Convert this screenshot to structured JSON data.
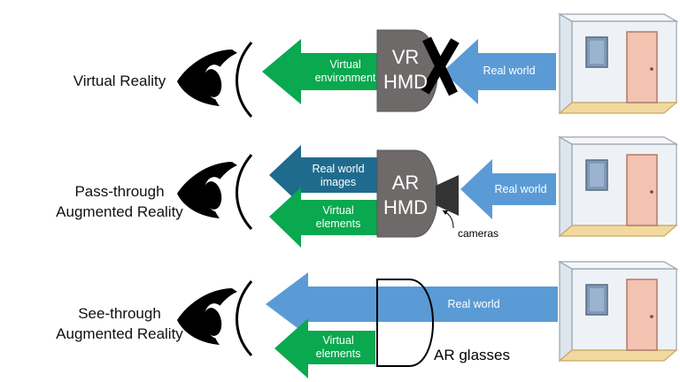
{
  "rows": [
    {
      "label_line1": "Virtual Reality",
      "label_line2": "",
      "arrow_to_eye_1": {
        "line1": "Virtual",
        "line2": "environment"
      },
      "device": {
        "line1": "VR",
        "line2": "HMD"
      },
      "arrow_from_room": "Real world"
    },
    {
      "label_line1": "Pass-through",
      "label_line2": "Augmented Reality",
      "arrow_to_eye_1": {
        "line1": "Real world",
        "line2": "images"
      },
      "arrow_to_eye_2": {
        "line1": "Virtual",
        "line2": "elements"
      },
      "device": {
        "line1": "AR",
        "line2": "HMD"
      },
      "camera_label": "cameras",
      "arrow_from_room": "Real world"
    },
    {
      "label_line1": "See-through",
      "label_line2": "Augmented Reality",
      "long_arrow": "Real world",
      "arrow_to_eye_2": {
        "line1": "Virtual",
        "line2": "elements"
      },
      "device_label": "AR glasses"
    }
  ],
  "colors": {
    "green": "#0aa84f",
    "blue": "#5b9bd5",
    "teal": "#1f6b8e",
    "hmd": "#6e6a6a",
    "black": "#000000"
  }
}
